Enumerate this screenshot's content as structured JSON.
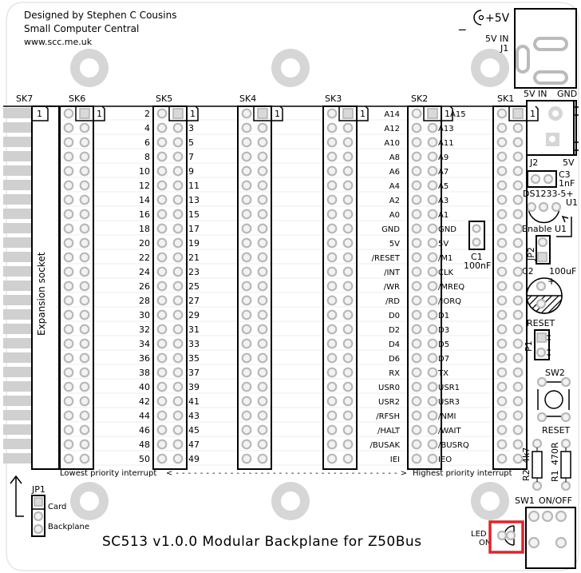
{
  "header": {
    "credits": [
      "Designed by Stephen C Cousins",
      "Small Computer Central",
      "www.scc.me.uk"
    ]
  },
  "board": {
    "title": "SC513 v1.0.0 Modular Backplane for Z50Bus",
    "highlight_color": "#e0242c",
    "silk_color": "#000000",
    "pad_color": "#d0d0d0"
  },
  "sockets": [
    {
      "ref": "SK7",
      "type": "expansion",
      "label": "Expansion socket",
      "pin1": "1"
    },
    {
      "ref": "SK6",
      "pin1": "1"
    },
    {
      "ref": "SK5",
      "pin1": "1"
    },
    {
      "ref": "SK4",
      "pin1": "1"
    },
    {
      "ref": "SK3",
      "pin1": "1"
    },
    {
      "ref": "SK2",
      "pin1": "1"
    },
    {
      "ref": "SK1",
      "pin1": "1"
    }
  ],
  "pin_numbers": {
    "even": [
      "2",
      "4",
      "6",
      "8",
      "10",
      "12",
      "14",
      "16",
      "18",
      "20",
      "22",
      "24",
      "26",
      "28",
      "30",
      "32",
      "34",
      "36",
      "38",
      "40",
      "42",
      "44",
      "46",
      "48",
      "50"
    ],
    "odd": [
      "1",
      "3",
      "5",
      "7",
      "9",
      "11",
      "13",
      "15",
      "17",
      "19",
      "21",
      "23",
      "25",
      "27",
      "29",
      "31",
      "33",
      "35",
      "37",
      "39",
      "41",
      "43",
      "45",
      "47",
      "49"
    ]
  },
  "signals": {
    "left": [
      "A14",
      "A12",
      "A10",
      "A8",
      "A6",
      "A4",
      "A2",
      "A0",
      "GND",
      "5V",
      "/RESET",
      "/INT",
      "/WR",
      "/RD",
      "D0",
      "D2",
      "D4",
      "D6",
      "RX",
      "USR0",
      "USR2",
      "/RFSH",
      "/HALT",
      "/BUSAK",
      "IEI"
    ],
    "right": [
      "A15",
      "A13",
      "A11",
      "A9",
      "A7",
      "A5",
      "A3",
      "A1",
      "GND",
      "5V",
      "/M1",
      "CLK",
      "/MREQ",
      "/IORQ",
      "D1",
      "D3",
      "D5",
      "D7",
      "TX",
      "USR1",
      "USR3",
      "/NMI",
      "/WAIT",
      "/BUSRQ",
      "IEO"
    ]
  },
  "interrupt_priority": {
    "lowest": "Lowest priority interrupt",
    "highest": "Highest priority interrupt",
    "arrow": "<------------------------------------->"
  },
  "components": {
    "power_symbol": {
      "minus": "_",
      "plus": "+5V"
    },
    "J1": {
      "ref": "J1",
      "label": "5V IN"
    },
    "J2": {
      "ref": "J2",
      "top_left": "5V IN",
      "top_right": "GND",
      "bottom_right": "5V"
    },
    "C1": {
      "ref": "C1",
      "value": "100nF"
    },
    "C2": {
      "ref": "C2",
      "value": "100uF"
    },
    "C3": {
      "ref": "C3",
      "value": "1nF"
    },
    "U1": {
      "ref": "U1",
      "part": "DS1233-5+",
      "enable": "Enable U1"
    },
    "JP2": {
      "ref": "JP2"
    },
    "P1": {
      "ref": "P1",
      "label": "RESET"
    },
    "SW2": {
      "ref": "SW2",
      "label": "RESET"
    },
    "R1": {
      "ref": "R1",
      "value": "470R"
    },
    "R2": {
      "ref": "R2",
      "value": "4k7"
    },
    "SW1": {
      "ref": "SW1",
      "label": "ON/OFF"
    },
    "LED": {
      "label_line1": "LED",
      "label_line2": "ON"
    },
    "JP1": {
      "ref": "JP1",
      "opt1": "Card",
      "opt2": "Backplane"
    }
  }
}
